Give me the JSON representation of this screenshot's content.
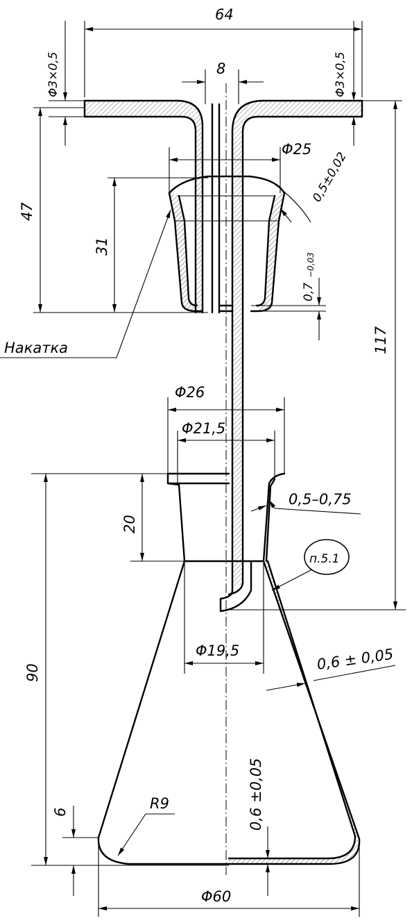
{
  "dimensions": {
    "width_top": "64",
    "tube_left": "Φ3×0,5",
    "tube_right": "Φ3×0,5",
    "gap": "8",
    "stopper_dia": "Φ25",
    "wall_tol": "0,5±0,02",
    "height_47": "47",
    "height_31": "31",
    "bottom_tol": "0,7",
    "bottom_tol_sub": "−0,03",
    "height_117": "117",
    "neck_outer": "Φ26",
    "neck_inner": "Φ21,5",
    "neck_height": "20",
    "neck_wall": "0,5–0,75",
    "neck_bottom": "Φ19,5",
    "flask_wall": "0,6 ± 0,05",
    "flask_height": "90",
    "base_height": "6",
    "bottom_wall": "0,6 ±0,05",
    "radius": "R9",
    "base_dia": "Φ60"
  },
  "notes": {
    "knurling": "Накатка",
    "callout": "п.5.1"
  }
}
